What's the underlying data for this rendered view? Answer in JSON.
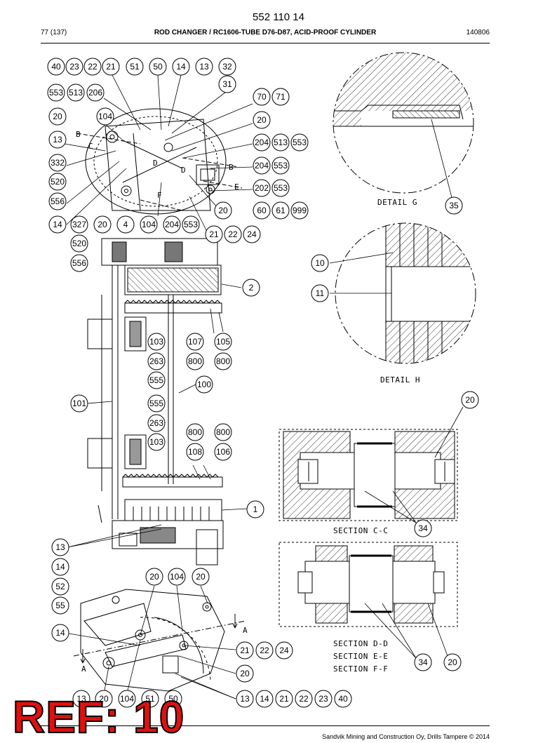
{
  "header": {
    "doc_number": "552 110 14",
    "page": "77 (137)",
    "title": "ROD CHANGER / RC1606-TUBE D76-D87, ACID-PROOF CYLINDER",
    "code": "140806"
  },
  "captions": {
    "detail_g": "DETAIL G",
    "detail_h": "DETAIL H",
    "section_cc": "SECTION C-C",
    "section_dd": "SECTION D-D",
    "section_ee": "SECTION E-E",
    "section_ff": "SECTION F-F"
  },
  "view_letters": {
    "A": "A",
    "B": "B",
    "C": "C",
    "D": "D",
    "E": "E",
    "F": "F"
  },
  "balloons": {
    "b40a": "40",
    "b23a": "23",
    "b22a": "22",
    "b21a": "21",
    "b51a": "51",
    "b50a": "50",
    "b14a": "14",
    "b13a": "13",
    "b32": "32",
    "b31": "31",
    "b553a": "553",
    "b513a": "513",
    "b206": "206",
    "b70": "70",
    "b71": "71",
    "b20a": "20",
    "b104a": "104",
    "b20b": "20",
    "b13b": "13",
    "b204a": "204",
    "b513b": "513",
    "b553b": "553",
    "b332": "332",
    "b204b": "204",
    "b553c": "553",
    "b520a": "520",
    "b202": "202",
    "b553d": "553",
    "b556a": "556",
    "b20c": "20",
    "b60": "60",
    "b61": "61",
    "b999": "999",
    "b14b": "14",
    "b327": "327",
    "b20d": "20",
    "b4": "4",
    "b104b": "104",
    "b204c": "204",
    "b553e": "553",
    "b21b": "21",
    "b22b": "22",
    "b24a": "24",
    "b520b": "520",
    "b556b": "556",
    "b2": "2",
    "b103a": "103",
    "b107": "107",
    "b105": "105",
    "b263a": "263",
    "b800a": "800",
    "b800b": "800",
    "b555a": "555",
    "b100": "100",
    "b101": "101",
    "b555b": "555",
    "b263b": "263",
    "b800c": "800",
    "b800d": "800",
    "b103b": "103",
    "b108": "108",
    "b106": "106",
    "b1": "1",
    "b13c": "13",
    "b14c": "14",
    "b52": "52",
    "b55": "55",
    "b20e": "20",
    "b104c": "104",
    "b20f": "20",
    "b14d": "14",
    "b21c": "21",
    "b22c": "22",
    "b24b": "24",
    "b20g": "20",
    "b13d": "13",
    "b20h": "20",
    "b104d": "104",
    "b51b": "51",
    "b50b": "50",
    "b13e": "13",
    "b14e": "14",
    "b21d": "21",
    "b22d": "22",
    "b23b": "23",
    "b40b": "40",
    "b35": "35",
    "b10": "10",
    "b11": "11",
    "b20i": "20",
    "b34a": "34",
    "b34b": "34",
    "b20j": "20"
  },
  "footer": {
    "copyright": "Sandvik Mining and Construction Oy, Drills Tampere © 2014"
  },
  "stamp": {
    "text": "REF: 10",
    "color": "#e01010"
  }
}
